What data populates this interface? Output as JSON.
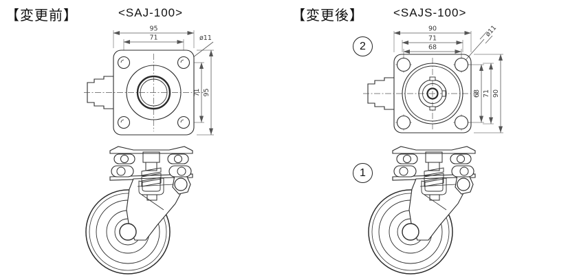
{
  "panels": {
    "before": {
      "header": "【変更前】",
      "model": "<SAJ-100>",
      "plate_view": {
        "dim_top_outer": "95",
        "dim_top_inner": "71",
        "dim_right_inner": "71",
        "dim_right_outer": "95",
        "hole_note": "ø11"
      }
    },
    "after": {
      "header": "【変更後】",
      "model": "<SAJS-100>",
      "markers": {
        "plate_view": "2",
        "side_view": "1"
      },
      "plate_view": {
        "dim_top_outer": "90",
        "dim_top_mid": "71",
        "dim_top_inner": "68",
        "dim_right_inner": "68",
        "dim_right_mid": "71",
        "dim_right_outer": "90",
        "hole_note": "ø11"
      }
    }
  },
  "colors": {
    "highlight_green": "#8dc48f",
    "object_line": "#2b2b2b",
    "dimension_line": "#555555",
    "background": "#ffffff"
  }
}
